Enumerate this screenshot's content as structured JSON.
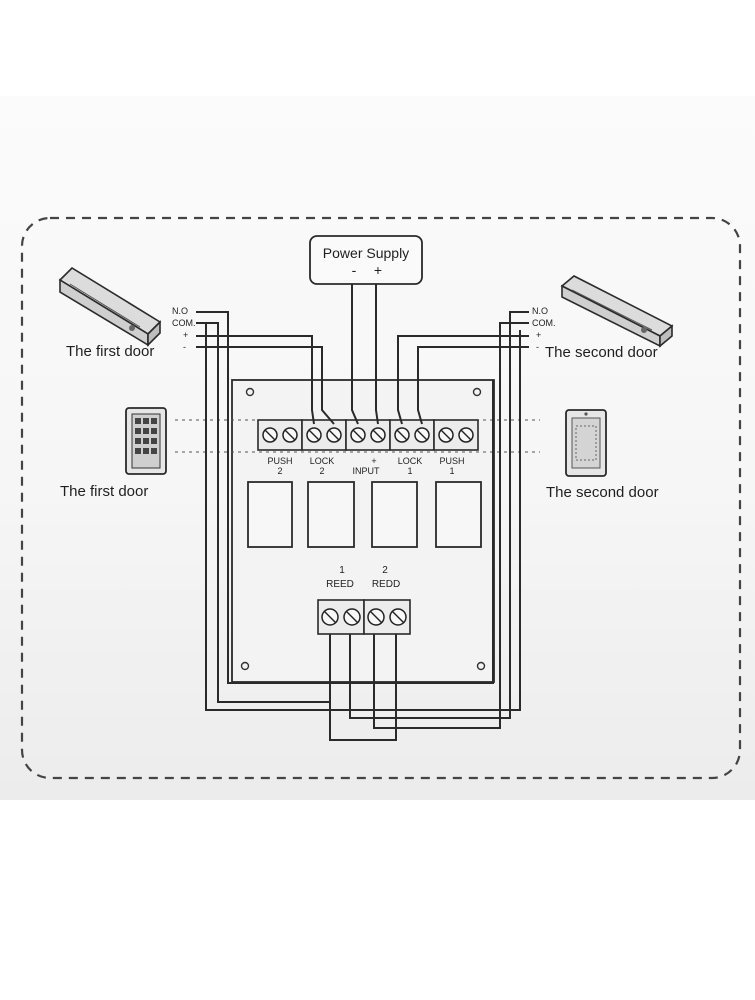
{
  "power_supply": {
    "title": "Power Supply",
    "minus": "-",
    "plus": "+"
  },
  "left_lock": {
    "no": "N.O",
    "com": "COM.",
    "plus": "+",
    "minus": "-",
    "caption": "The first door"
  },
  "right_lock": {
    "no": "N.O",
    "com": "COM.",
    "plus": "+",
    "minus": "-",
    "caption": "The second  door"
  },
  "left_reader": {
    "caption": "The first door"
  },
  "right_reader": {
    "caption": "The second  door"
  },
  "terminals": [
    {
      "name": "PUSH",
      "num": "2"
    },
    {
      "name": "LOCK",
      "num": "2"
    },
    {
      "name": "INPUT",
      "sign": "+"
    },
    {
      "name": "LOCK",
      "num": "1"
    },
    {
      "name": "PUSH",
      "num": "1"
    }
  ],
  "reed": {
    "num1": "1",
    "num2": "2",
    "label1": "REED",
    "label2": "REDD"
  },
  "colors": {
    "line": "#2a2a2a",
    "board": "#f2f2f2",
    "terminal": "#e8e8e8"
  }
}
